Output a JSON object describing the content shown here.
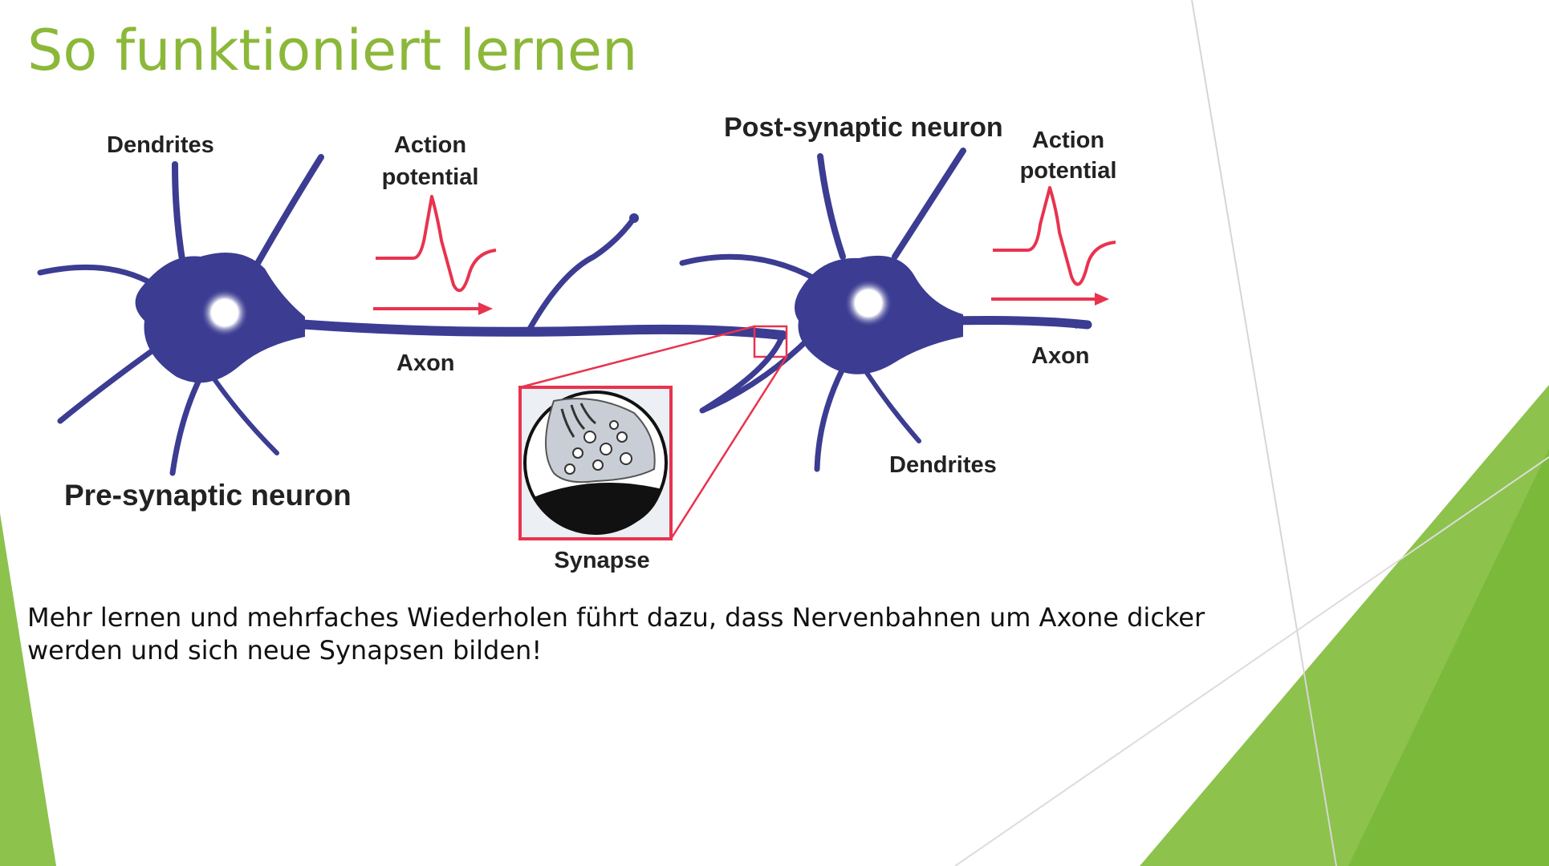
{
  "slide": {
    "title": "So funktioniert lernen",
    "body_text": "Mehr lernen und mehrfaches Wiederholen führt dazu, dass Nervenbahnen um Axone dicker werden und sich neue Synapsen bilden!"
  },
  "diagram": {
    "labels": {
      "pre_dendrites": "Dendrites",
      "pre_action_line1": "Action",
      "pre_action_line2": "potential",
      "pre_axon": "Axon",
      "pre_neuron": "Pre-synaptic neuron",
      "post_neuron": "Post-synaptic neuron",
      "post_action_line1": "Action",
      "post_action_line2": "potential",
      "post_axon": "Axon",
      "post_dendrites": "Dendrites",
      "synapse": "Synapse"
    }
  },
  "colors": {
    "title_green": "#8cb83a",
    "decor_green_light": "#8dc24c",
    "decor_green_dark": "#6aab2c",
    "neuron_blue": "#3b3c92",
    "signal_red": "#e8334f",
    "text": "#111111"
  }
}
